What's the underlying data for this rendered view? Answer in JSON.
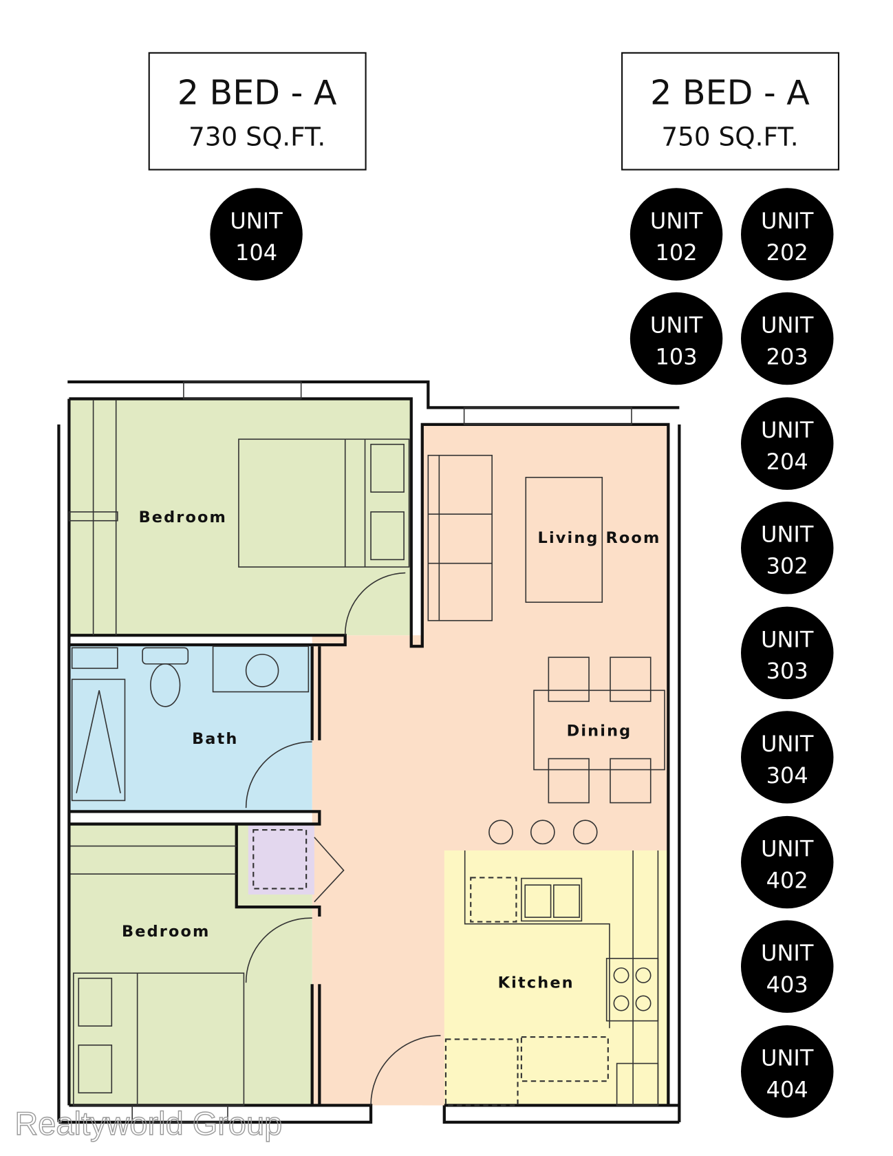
{
  "plans": [
    {
      "title": "2 BED - A",
      "area": "730 SQ.FT.",
      "units": [
        {
          "label": "UNIT",
          "number": "104"
        }
      ]
    },
    {
      "title": "2 BED - A",
      "area": "750 SQ.FT.",
      "units": [
        {
          "label": "UNIT",
          "number": "102"
        },
        {
          "label": "UNIT",
          "number": "202"
        },
        {
          "label": "UNIT",
          "number": "103"
        },
        {
          "label": "UNIT",
          "number": "203"
        },
        {
          "label": "UNIT",
          "number": "204"
        },
        {
          "label": "UNIT",
          "number": "302"
        },
        {
          "label": "UNIT",
          "number": "303"
        },
        {
          "label": "UNIT",
          "number": "304"
        },
        {
          "label": "UNIT",
          "number": "402"
        },
        {
          "label": "UNIT",
          "number": "403"
        },
        {
          "label": "UNIT",
          "number": "404"
        }
      ]
    }
  ],
  "rooms": {
    "bedroom1": "Bedroom",
    "living": "Living Room",
    "bath": "Bath",
    "dining": "Dining",
    "bedroom2": "Bedroom",
    "kitchen": "Kitchen"
  },
  "watermark": "Realtyworld Group",
  "colors": {
    "bedroom": "#e1eac3",
    "living": "#fcdfc8",
    "bath": "#c7e7f3",
    "kitchen": "#fdf7c2",
    "closet": "#e3d7ee"
  }
}
